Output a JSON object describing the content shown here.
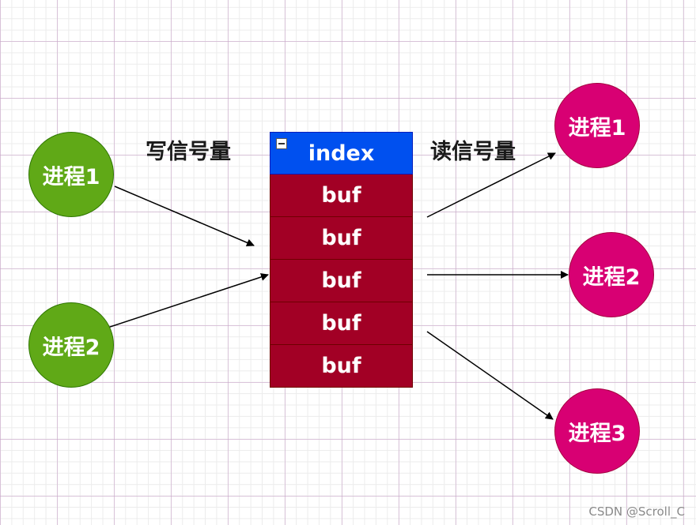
{
  "labels": {
    "write_semaphore": "写信号量",
    "read_semaphore": "读信号量"
  },
  "writers": [
    {
      "label": "进程1"
    },
    {
      "label": "进程2"
    }
  ],
  "readers": [
    {
      "label": "进程1"
    },
    {
      "label": "进程2"
    },
    {
      "label": "进程3"
    }
  ],
  "buffer": {
    "header": "index",
    "rows": [
      "buf",
      "buf",
      "buf",
      "buf",
      "buf"
    ]
  },
  "watermark": "CSDN @Scroll_C",
  "colors": {
    "writer_fill": "#60a917",
    "reader_fill": "#d80073",
    "header_fill": "#0050ef",
    "row_fill": "#a20025",
    "arrow": "#000000"
  }
}
